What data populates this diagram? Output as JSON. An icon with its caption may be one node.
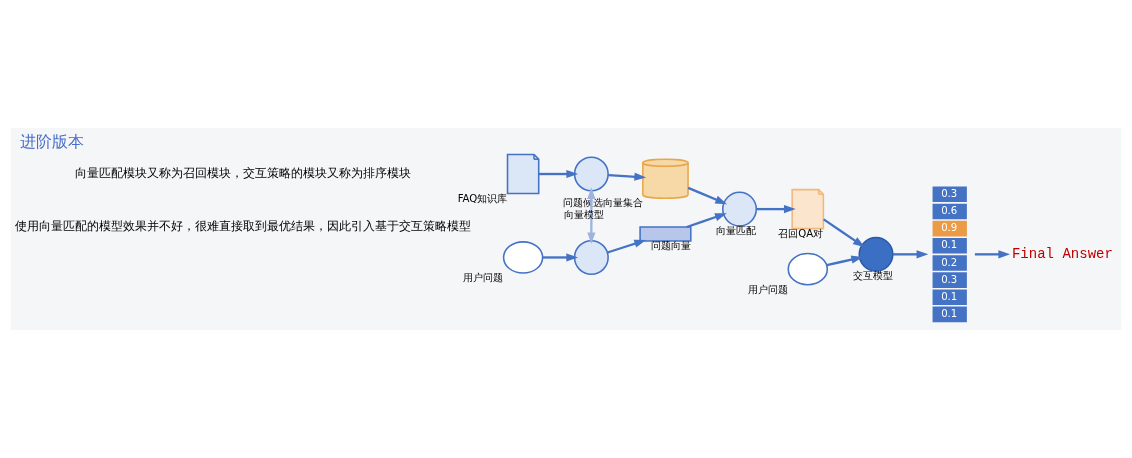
{
  "diagram": {
    "title": "进阶版本",
    "nodes": [
      {
        "text": [],
        "shape": "document",
        "beside": [
          "FAQ知识库"
        ]
      },
      {
        "text": [],
        "shape": "circle"
      },
      {
        "text": [],
        "shape": "cylinder",
        "beside": [
          "问题候选向量集合"
        ]
      },
      {
        "text": [],
        "shape": "bubble",
        "beside": [
          "用户问题"
        ]
      },
      {
        "text": [],
        "shape": "circle"
      },
      {
        "text": [],
        "shape": "bar",
        "beside": [
          "问题向量"
        ]
      },
      {
        "text": [],
        "shape": "circle",
        "beside": [
          "向量匹配"
        ]
      },
      {
        "text": [],
        "shape": "document",
        "beside": [
          "召回QA对"
        ]
      },
      {
        "text": [],
        "shape": "bubble",
        "beside": [
          "用户问题"
        ]
      },
      {
        "text": [],
        "shape": "circle",
        "beside": [
          "交互模型"
        ]
      },
      {
        "text": [
          "0.3",
          "0.6",
          "0.9",
          "0.1",
          "0.2",
          "0.3",
          "0.1",
          "0.1"
        ]
      },
      {
        "text": [
          "Final Answer"
        ]
      }
    ],
    "edges": [
      {
        "from": 0,
        "to": 1,
        "arrow": "to"
      },
      {
        "from": 1,
        "to": 2,
        "arrow": "to"
      },
      {
        "from": 1,
        "to": 4,
        "arrow": "both",
        "label": "向量模型",
        "color": "#9fb3e0"
      },
      {
        "from": 3,
        "to": 4,
        "arrow": "to"
      },
      {
        "from": 4,
        "to": 5,
        "arrow": "to"
      },
      {
        "from": 2,
        "to": 6,
        "arrow": "to"
      },
      {
        "from": 5,
        "to": 6,
        "arrow": "to"
      },
      {
        "from": 6,
        "to": 7,
        "arrow": "to"
      },
      {
        "from": 7,
        "to": 9,
        "arrow": "to"
      },
      {
        "from": 8,
        "to": 9,
        "arrow": "to"
      },
      {
        "from": 9,
        "to": 10,
        "arrow": "to"
      },
      {
        "from": 10,
        "to": 11,
        "arrow": "to"
      }
    ],
    "labels": [
      "使用向量匹配的模型效果并不好，很难直接取到最优结果，因此引入基于交互策略模型",
      "向量匹配模块又称为召回模块，交互策略的模块又称为排序模块"
    ]
  }
}
